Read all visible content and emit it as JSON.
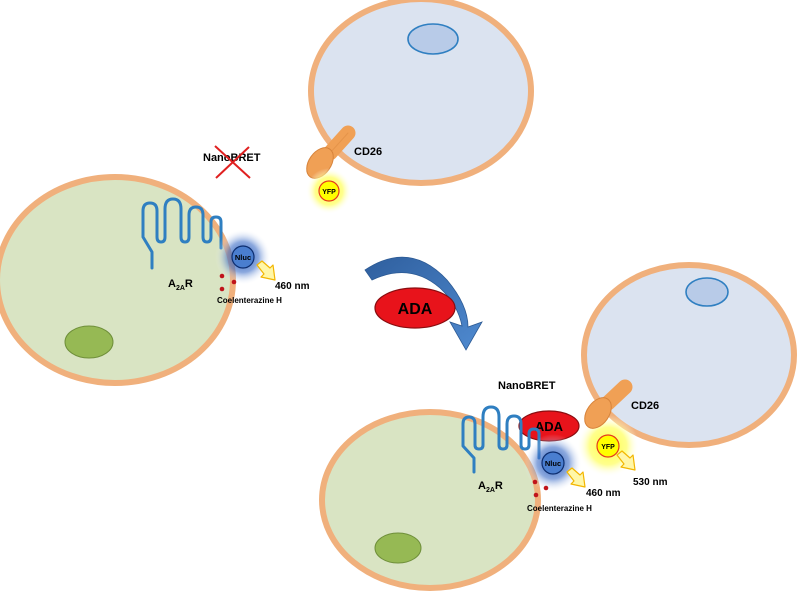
{
  "labels": {
    "nanobret_crossed": "NanoBRET",
    "nanobret": "NanoBRET",
    "cd26": "CD26",
    "yfp": "YFP",
    "nluc": "Nluc",
    "a2ar_main": "A",
    "a2ar_sub": "2A",
    "a2ar_suffix": "R",
    "coelenterazine": "Coelenterazine  H",
    "nm460": "460 nm",
    "nm530": "530 nm",
    "ada": "ADA"
  },
  "colors": {
    "cell_green_fill": "#d9e4c3",
    "cell_border": "#f0b07c",
    "cell_blue_fill": "#dbe3f0",
    "nucleus_green": "#96b954",
    "nucleus_blue": "#b8cbe8",
    "receptor_blue": "#2f7fc1",
    "cd26_orange": "#f0a055",
    "ada_red": "#e8131b",
    "arrow_blue": "#3b72b3",
    "yfp_yellow": "#ffff00",
    "cross_red": "#e02020"
  }
}
